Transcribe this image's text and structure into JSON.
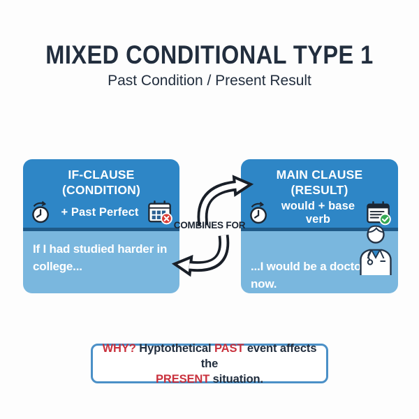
{
  "title": "MIXED CONDITIONAL TYPE 1",
  "subtitle": "Past Condition / Present Result",
  "if_clause": {
    "heading": "IF-CLAUSE\n(CONDITION)",
    "formula": "+ Past Perfect",
    "example": "If I had studied harder in\ncollege...",
    "left_icon": "clock-history-icon",
    "right_icon": "calendar-x-icon"
  },
  "main_clause": {
    "heading": "MAIN CLAUSE\n(RESULT)",
    "formula": "would + base verb",
    "example": "...I would be a doctor\nnow.",
    "left_icon": "clock-history-icon",
    "right_icon": "calendar-check-icon",
    "example_icon": "doctor-icon"
  },
  "connector_label": "COMBINES FOR",
  "why_box": {
    "lines": [
      {
        "segments": [
          {
            "text": "WHY?",
            "em": true
          },
          {
            "text": " Hyptothetical ",
            "em": false
          },
          {
            "text": "PAST",
            "em": true
          },
          {
            "text": " event affects the",
            "em": false
          }
        ]
      },
      {
        "segments": [
          {
            "text": "PRESENT",
            "em": true
          },
          {
            "text": " situation.",
            "em": false
          }
        ]
      }
    ]
  },
  "colors": {
    "background": "#fdfdfd",
    "title_text": "#222e3e",
    "box_header_bg": "#2e86c6",
    "box_body_bg": "#7ab7de",
    "box_divider": "#1f5a88",
    "accent_red": "#c9313d",
    "why_border": "#4b90c7",
    "arrow_outline": "#191f28",
    "calendar_x_badge": "#d83a34",
    "calendar_check_badge": "#34a853"
  }
}
